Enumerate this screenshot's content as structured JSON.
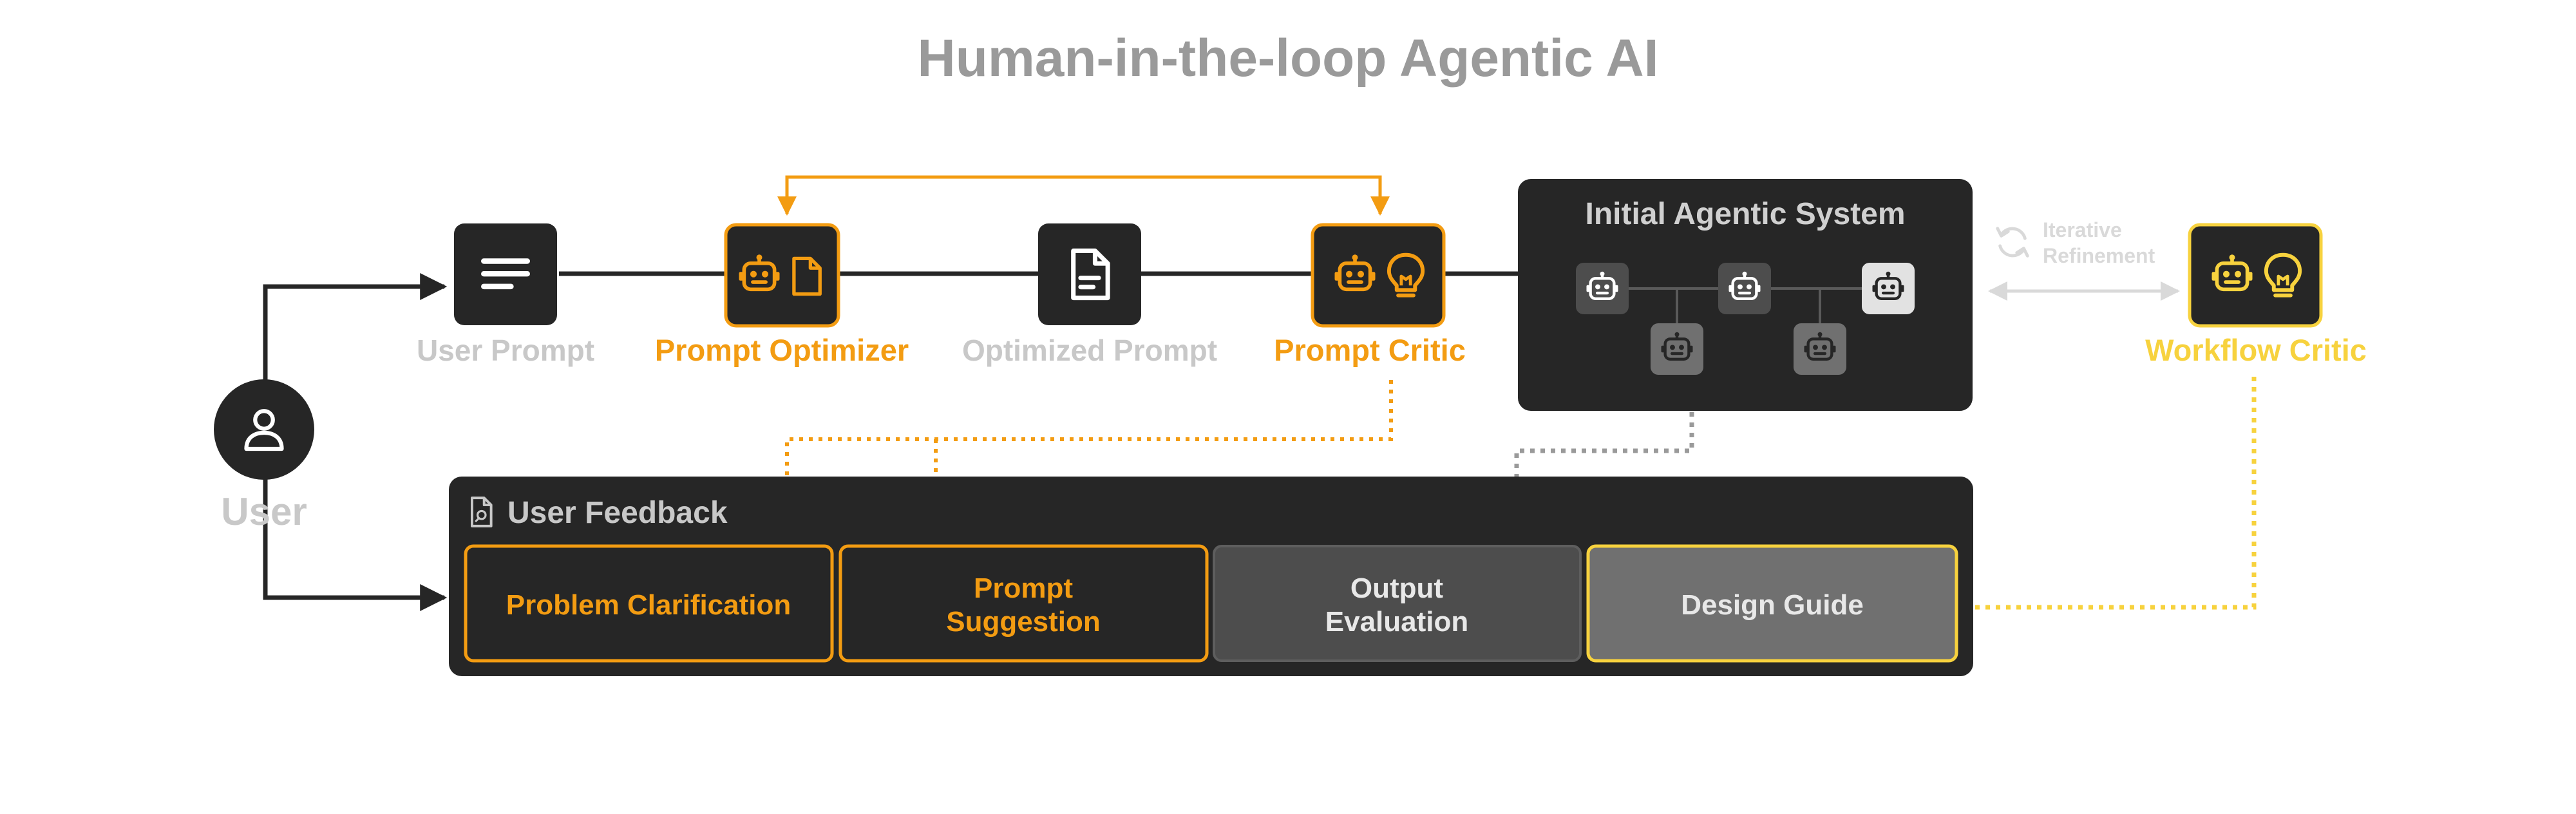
{
  "title": "Human-in-the-loop Agentic AI",
  "colors": {
    "orange": "#F39C12",
    "yellow": "#F7D23E",
    "dark": "#262626",
    "mid_gray": "#4d4d4d",
    "light_gray": "#707070",
    "label_gray": "#c8c8c8",
    "title_gray": "#9a9a9a"
  },
  "user": {
    "label": "User",
    "icon": "person-icon"
  },
  "nodes": {
    "user_prompt": {
      "label": "User Prompt",
      "icon": "text-lines-icon"
    },
    "prompt_optimizer": {
      "label": "Prompt Optimizer",
      "icons": [
        "robot-icon",
        "document-icon"
      ]
    },
    "optimized_prompt": {
      "label": "Optimized Prompt",
      "icon": "document-lines-icon"
    },
    "prompt_critic": {
      "label": "Prompt Critic",
      "icons": [
        "robot-icon",
        "lightbulb-icon"
      ]
    },
    "workflow_critic": {
      "label": "Workflow Critic",
      "icons": [
        "robot-icon",
        "lightbulb-icon"
      ]
    }
  },
  "agentic_system": {
    "title": "Initial Agentic System",
    "agent_icon": "robot-icon"
  },
  "iterative": {
    "line1": "Iterative",
    "line2": "Refinement",
    "icon": "refresh-icon"
  },
  "feedback": {
    "title": "User Feedback",
    "icon": "feedback-document-icon",
    "items": [
      {
        "lines": [
          "Problem Clarification"
        ]
      },
      {
        "lines": [
          "Prompt",
          "Suggestion"
        ]
      },
      {
        "lines": [
          "Output",
          "Evaluation"
        ]
      },
      {
        "lines": [
          "Design Guide"
        ]
      }
    ]
  }
}
